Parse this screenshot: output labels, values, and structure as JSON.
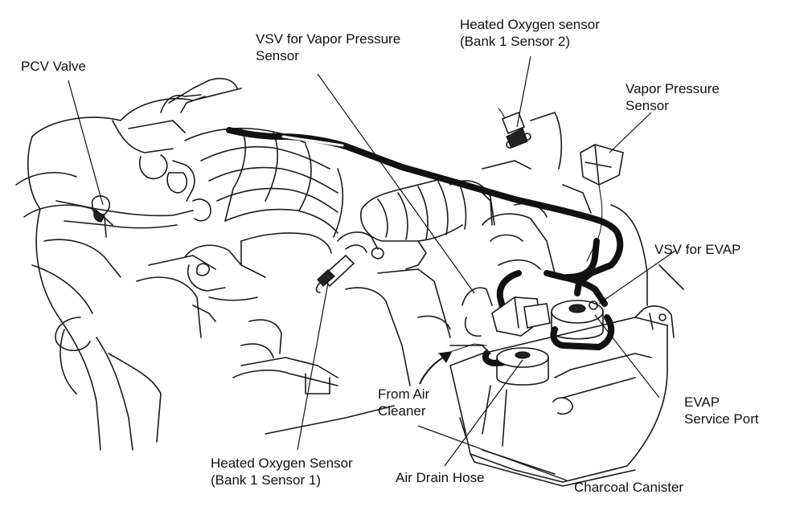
{
  "labels": {
    "pcv_valve": [
      "PCV Valve"
    ],
    "vsv_vapor": [
      "VSV for Vapor Pressure",
      "Sensor"
    ],
    "ho2_b1s2": [
      "Heated Oxygen sensor",
      "(Bank 1 Sensor 2)"
    ],
    "vapor_sensor": [
      "Vapor Pressure",
      "Sensor"
    ],
    "vsv_evap": [
      "VSV for EVAP"
    ],
    "evap_port": [
      "EVAP",
      "Service Port"
    ],
    "from_air": [
      "From Air",
      "Cleaner"
    ],
    "ho2_b1s1": [
      "Heated Oxygen Sensor",
      "(Bank 1 Sensor 1)"
    ],
    "air_drain": [
      "Air Drain Hose"
    ],
    "canister": [
      "Charcoal Canister"
    ]
  }
}
